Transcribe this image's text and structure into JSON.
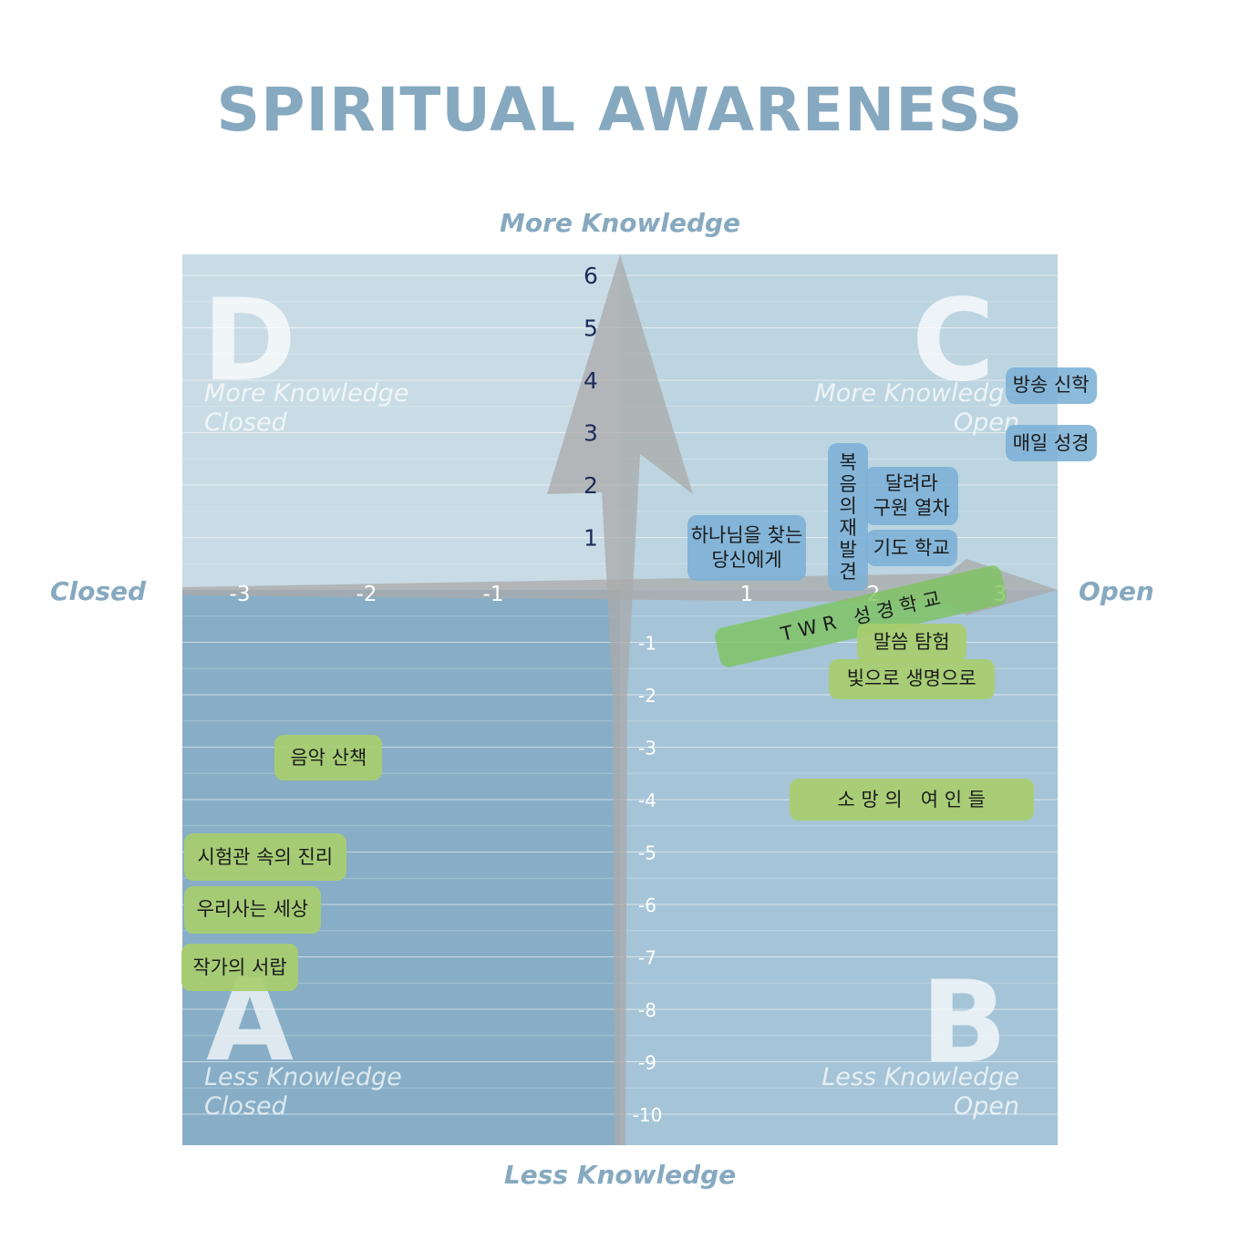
{
  "title": "SPIRITUAL AWARENESS",
  "axis_labels": {
    "top": "More Knowledge",
    "bottom": "Less Knowledge",
    "left": "Closed",
    "right": "Open"
  },
  "quadrants": {
    "D": {
      "letter": "D",
      "line1": "More Knowledge",
      "line2": "Closed"
    },
    "C": {
      "letter": "C",
      "line1": "More Knowledge",
      "line2": "Open"
    },
    "A": {
      "letter": "A",
      "line1": "Less Knowledge",
      "line2": "Closed"
    },
    "B": {
      "letter": "B",
      "line1": "Less Knowledge",
      "line2": "Open"
    }
  },
  "chart_data": {
    "type": "scatter",
    "x_ticks": [
      "-3",
      "-2",
      "-1",
      "1",
      "2",
      "3"
    ],
    "y_ticks_positive": [
      "1",
      "2",
      "3",
      "4",
      "5",
      "6"
    ],
    "y_ticks_negative": [
      "-1",
      "-2",
      "-3",
      "-4",
      "-5",
      "-6",
      "-7",
      "-8",
      "-9",
      "-10"
    ],
    "xlim": [
      -3.5,
      3.5
    ],
    "ylim": [
      -10.6,
      6.4
    ],
    "colors": {
      "more_knowledge_open": "#7cb0d6",
      "less_knowledge": "#a8cd6e",
      "arrow": "#a9a9a9"
    },
    "points": [
      {
        "label": "방송 신학",
        "x": 3.4,
        "y": 3.9,
        "group": "blue"
      },
      {
        "label": "매일 성경",
        "x": 3.4,
        "y": 2.8,
        "group": "blue"
      },
      {
        "label": "복음의 재발견",
        "x": 1.8,
        "y": 1.4,
        "group": "blue"
      },
      {
        "label": "달려라 구원 열차",
        "x": 2.3,
        "y": 1.8,
        "group": "blue"
      },
      {
        "label": "기도 학교",
        "x": 2.3,
        "y": 0.8,
        "group": "blue"
      },
      {
        "label": "하나님을 찾는 당신에게",
        "x": 1.0,
        "y": 0.8,
        "group": "blue"
      },
      {
        "label": "T W R   성 경 학 교",
        "x": 1.9,
        "y": -0.5,
        "group": "green"
      },
      {
        "label": "말씀 탐험",
        "x": 2.3,
        "y": -1.0,
        "group": "green"
      },
      {
        "label": "빛으로 생명으로",
        "x": 2.3,
        "y": -1.7,
        "group": "green"
      },
      {
        "label": "음악 산책",
        "x": -2.3,
        "y": -3.2,
        "group": "green"
      },
      {
        "label": "소 망 의   여 인 들",
        "x": 2.3,
        "y": -4.0,
        "group": "green"
      },
      {
        "label": "시험관 속의 진리",
        "x": -2.8,
        "y": -5.1,
        "group": "green"
      },
      {
        "label": "우리사는 세상",
        "x": -2.9,
        "y": -6.1,
        "group": "green"
      },
      {
        "label": "작가의 서랍",
        "x": -3.0,
        "y": -7.2,
        "group": "green"
      }
    ]
  }
}
